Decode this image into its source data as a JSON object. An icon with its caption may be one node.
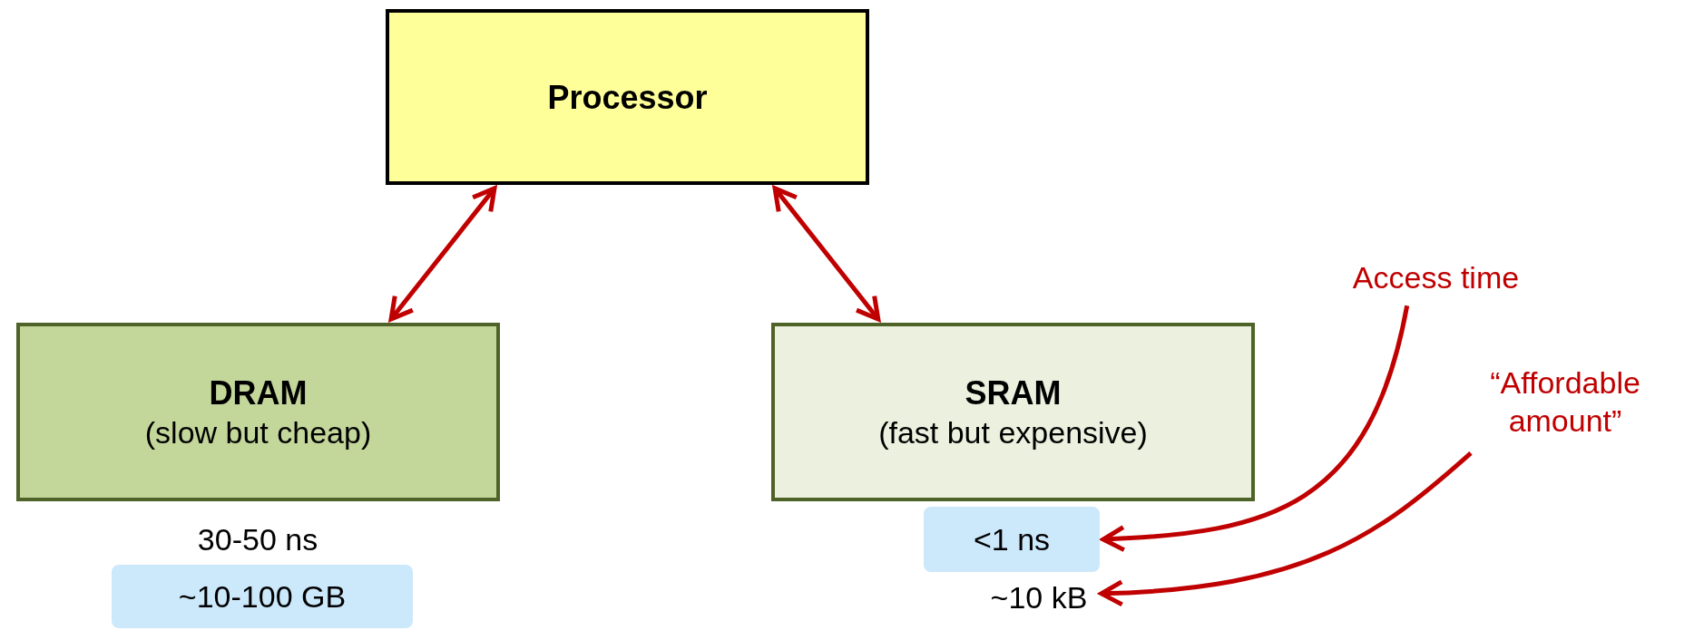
{
  "diagram": {
    "nodes": [
      {
        "text": [
          "Processor"
        ]
      },
      {
        "text": [
          "DRAM",
          "(slow but cheap)"
        ]
      },
      {
        "text": [
          "SRAM",
          "(fast but expensive)"
        ]
      },
      {
        "text": [
          "30-50 ns"
        ]
      },
      {
        "text": [
          "~10-100 GB"
        ]
      },
      {
        "text": [
          "<1 ns"
        ]
      },
      {
        "text": [
          "~10 kB"
        ]
      },
      {
        "text": [
          "Access time"
        ]
      },
      {
        "text": [
          "“Affordable amount”"
        ]
      }
    ],
    "edges": [
      {
        "from": 0,
        "to": 1,
        "arrow": "both"
      },
      {
        "from": 0,
        "to": 2,
        "arrow": "both"
      },
      {
        "from": 7,
        "to": 5,
        "arrow": "to"
      },
      {
        "from": 8,
        "to": 6,
        "arrow": "to"
      }
    ]
  }
}
